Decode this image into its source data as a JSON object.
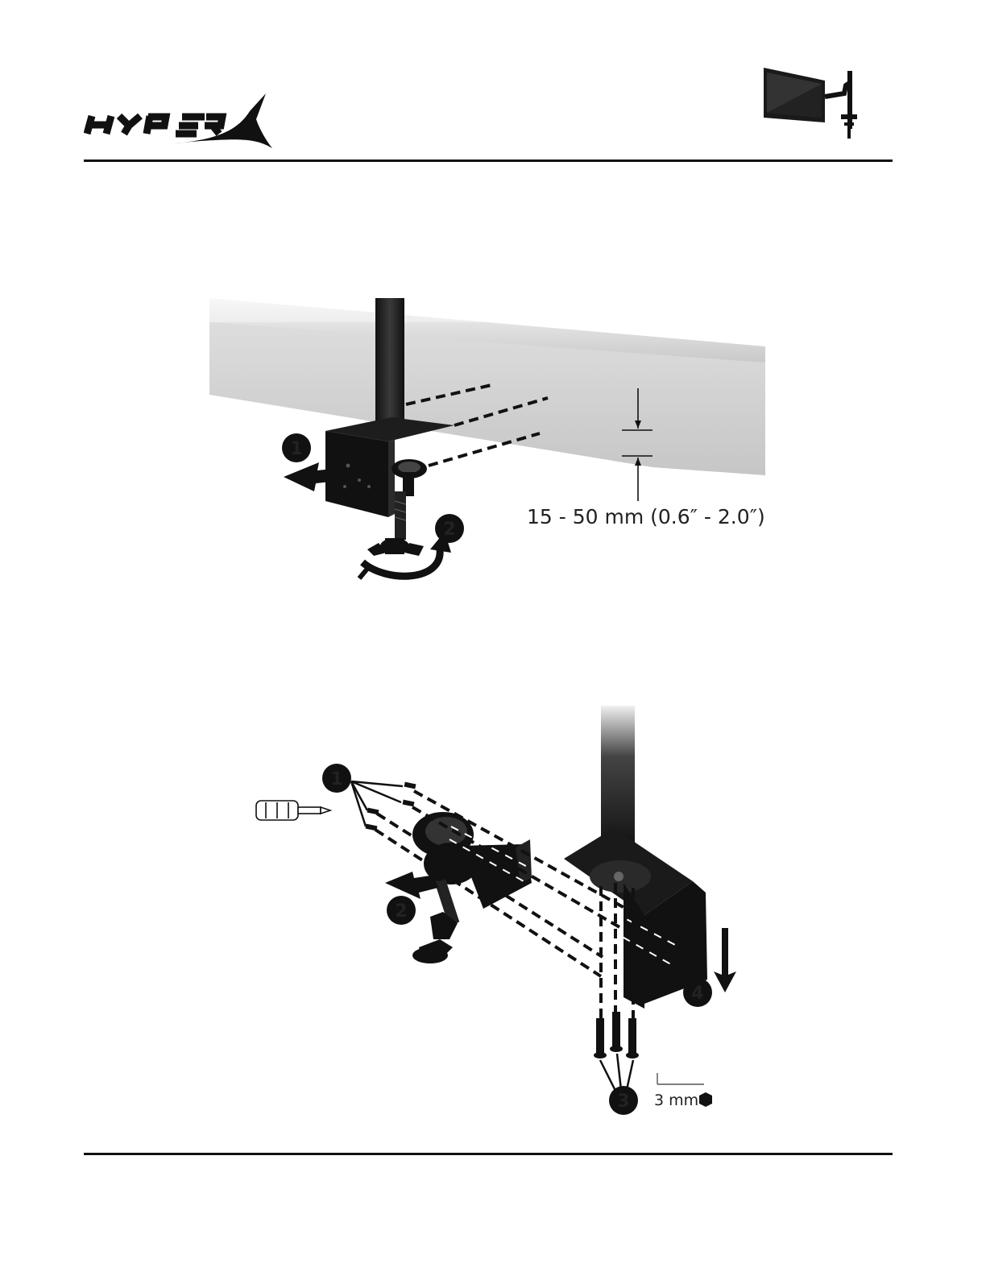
{
  "brand": {
    "logo_text": "HyperX"
  },
  "figure1": {
    "steps": [
      "1",
      "2"
    ],
    "dimension_label": "15 - 50 mm (0.6″ - 2.0″)"
  },
  "figure2": {
    "steps": [
      "1",
      "2",
      "3",
      "4"
    ],
    "tool_size": "3 mm"
  },
  "colors": {
    "ink": "#111111",
    "desk_shadow": "#d0d0d0",
    "desk_edge": "#b8b8b8"
  }
}
